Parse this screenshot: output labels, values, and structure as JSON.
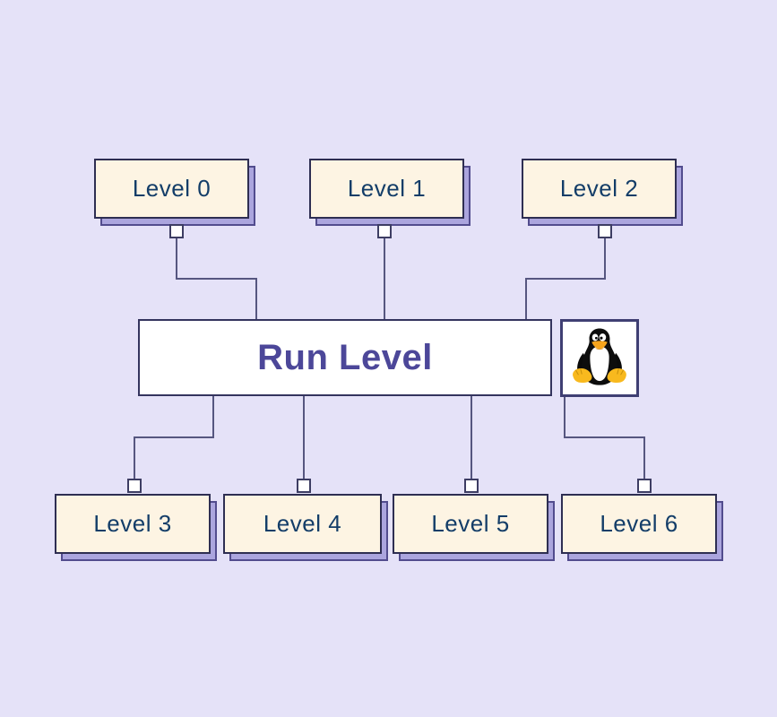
{
  "diagram": {
    "center": {
      "title": "Run Level"
    },
    "top_nodes": [
      {
        "label": "Level 0"
      },
      {
        "label": "Level 1"
      },
      {
        "label": "Level 2"
      }
    ],
    "bottom_nodes": [
      {
        "label": "Level 3"
      },
      {
        "label": "Level 4"
      },
      {
        "label": "Level 5"
      },
      {
        "label": "Level 6"
      }
    ],
    "icon": "tux-penguin-icon"
  },
  "colors": {
    "background": "#e5e2f8",
    "node_fill": "#fdf4e3",
    "node_border": "#2e2e52",
    "shadow_fill": "#aba5de",
    "shadow_border": "#524c8e",
    "connector": "#565680",
    "port_fill": "#ffffff",
    "port_border": "#3d3d63",
    "level_text": "#133d68",
    "title_text": "#4c4799",
    "panel_fill": "#ffffff",
    "panel_border": "#34345e"
  }
}
